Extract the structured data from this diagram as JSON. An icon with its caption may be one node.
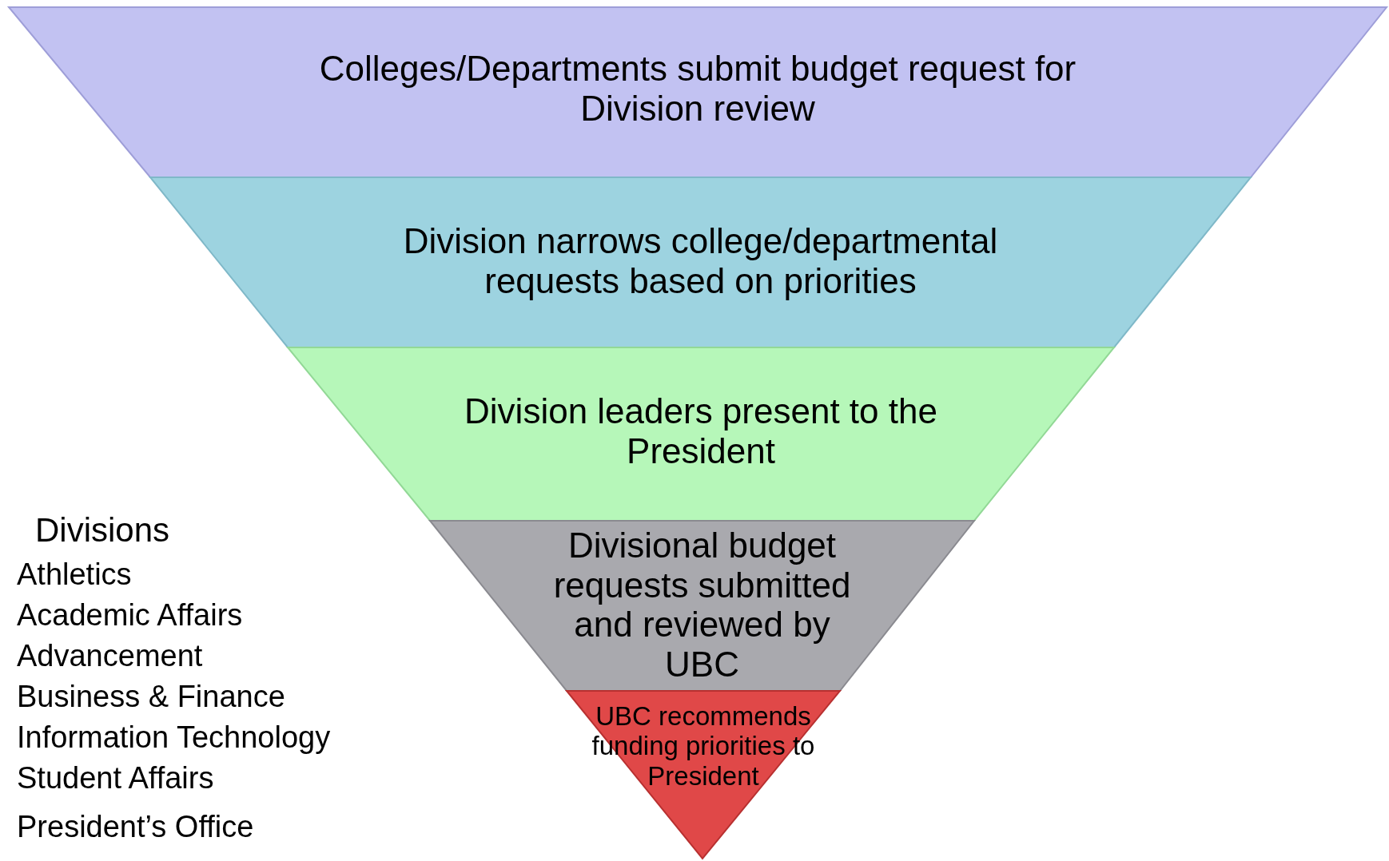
{
  "diagram": {
    "nodes": [
      {
        "text": [
          "Colleges/Departments submit budget request for Division review"
        ]
      },
      {
        "text": [
          "Division narrows college/departmental requests based on priorities"
        ]
      },
      {
        "text": [
          "Division leaders present to the President"
        ]
      },
      {
        "text": [
          "Divisional budget requests submitted and reviewed by UBC"
        ]
      },
      {
        "text": [
          "UBC recommends funding priorities to President"
        ]
      }
    ],
    "labels": [
      "Divisions",
      "Athletics",
      "Academic Affairs",
      "Advancement",
      "Business & Finance",
      "Information Technology",
      "Student Affairs",
      "President’s Office"
    ]
  }
}
